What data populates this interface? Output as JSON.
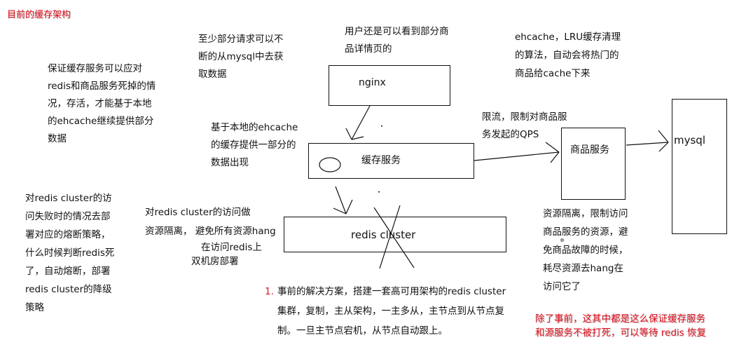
{
  "title": "目前的缓存架构",
  "nodes": {
    "nginx": "nginx",
    "cache_service": "缓存服务",
    "product_service": "商品服务",
    "mysql": "mysql",
    "redis_cluster": "redis cluster"
  },
  "notes": {
    "left_top": [
      "保证缓存服务可以应对",
      "redis和商品服务死掉的情",
      "况，存活，才能基于本地",
      "的ehcache继续提供部分",
      "数据"
    ],
    "mysql_fetch": [
      "至少部分请求可以不",
      "断的从mysql中去获",
      "取数据"
    ],
    "user_view": [
      "用户还是可以看到部分商",
      "品详情页的"
    ],
    "ehcache_lru": [
      "ehcache，LRU缓存清理",
      "的算法，自动会将热门的",
      "商品给cache下来"
    ],
    "local_ehcache": [
      "基于本地的ehcache",
      "的缓存提供一部分的",
      "数据出现"
    ],
    "rate_limit": [
      "限流，限制对商品服",
      "务发起的QPS"
    ],
    "circuit_breaker": [
      "对redis cluster的访",
      "问失败时的情况去部",
      "署对应的熔断策略，",
      "什么时候判断redis死",
      "了，自动熔断，部署",
      "redis cluster的降级",
      "策略"
    ],
    "redis_isolation": [
      "对redis cluster的访问做",
      "资源隔离， 避免所有资源hang"
    ],
    "redis_isolation_cont": "在访问redis上",
    "dual_dc": "双机房部署",
    "product_isolation": [
      "资源隔离，限制访问",
      "商品服务的资源，避",
      "免商品故障的时候，",
      "耗尽资源去hang在",
      "访问它了"
    ],
    "prevention_number": "1.",
    "prevention": [
      "事前的解决方案，搭建一套高可用架构的redis cluster",
      "集群，复制，主从架构，一主多从，主节点到从节点复",
      "制。一旦主节点宕机，从节点自动跟上。"
    ],
    "red_summary": [
      "除了事前，这其中都是这么保证缓存服务",
      "和源服务不被打死，可以等待 redis 恢复"
    ]
  },
  "colors": {
    "accent_red": "#e0101e",
    "ink": "#111111"
  }
}
